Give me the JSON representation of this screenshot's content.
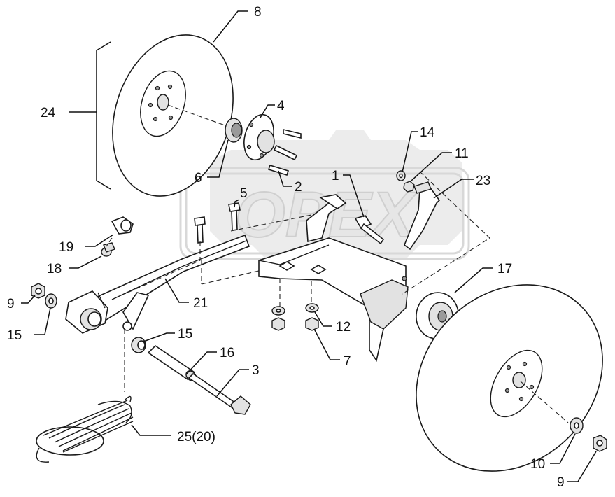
{
  "labels": {
    "p1": "1",
    "p2": "2",
    "p3": "3",
    "p4": "4",
    "p5": "5",
    "p6": "6",
    "p7": "7",
    "p8": "8",
    "p9a": "9",
    "p9b": "9",
    "p10": "10",
    "p11": "11",
    "p12": "12",
    "p14": "14",
    "p15a": "15",
    "p15b": "15",
    "p16": "16",
    "p17": "17",
    "p18": "18",
    "p19": "19",
    "p21": "21",
    "p23": "23",
    "p24": "24",
    "p25": "25(20)"
  },
  "watermark": {
    "text": "OPEX"
  }
}
